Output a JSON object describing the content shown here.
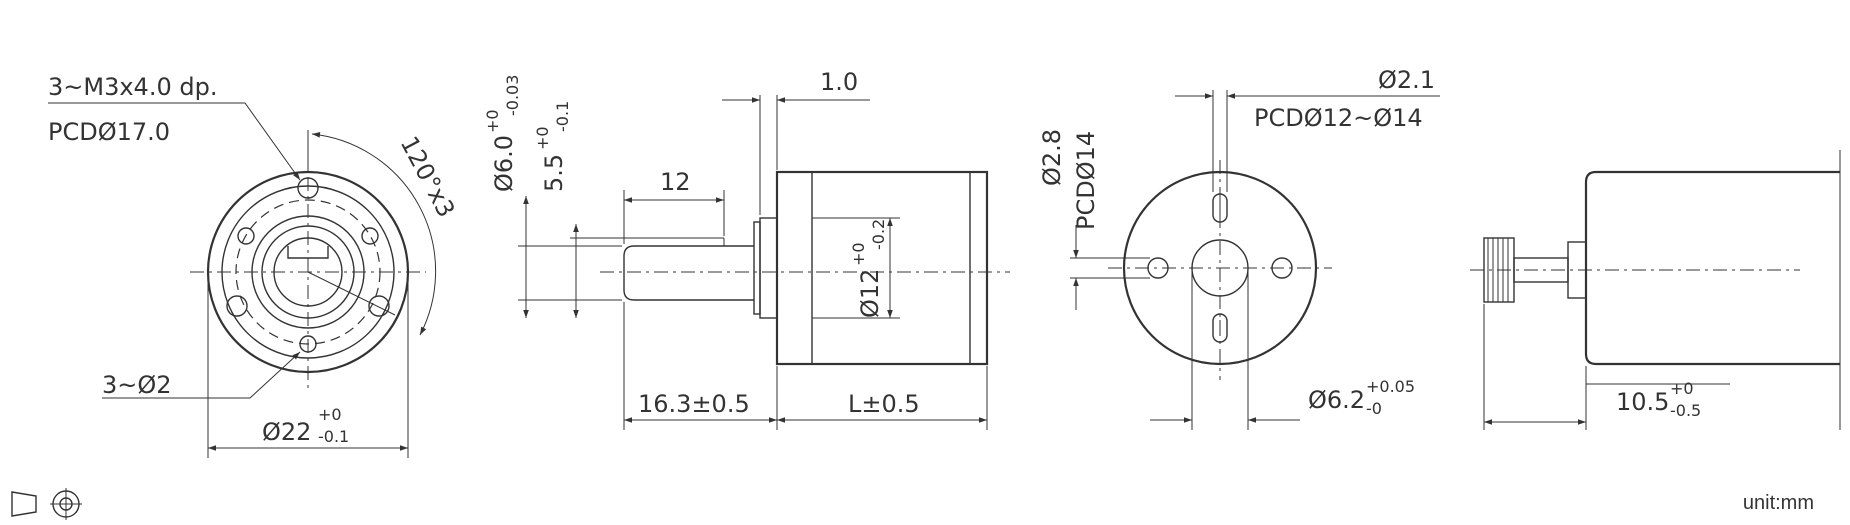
{
  "view_front": {
    "thread_note": "3~M3x4.0 dp.",
    "thread_pcd": "PCDØ17.0",
    "angle_note": "120°x3",
    "hole_note": "3~Ø2",
    "outer_dia_base": "Ø22",
    "outer_dia_upper": "+0",
    "outer_dia_lower": "-0.1"
  },
  "view_side": {
    "shaft_dia_base": "Ø6.0",
    "shaft_dia_upper": "+0",
    "shaft_dia_lower": "-0.03",
    "flat_base": "5.5",
    "flat_upper": "+0",
    "flat_lower": "-0.1",
    "flange_thickness": "1.0",
    "shaft_flat_length": "12",
    "boss_dia_base": "Ø12",
    "boss_dia_upper": "+0",
    "boss_dia_lower": "-0.2",
    "shaft_length": "16.3±0.5",
    "body_length": "L±0.5"
  },
  "view_rear": {
    "hole_dia": "Ø2.1",
    "hole_pcd": "PCDØ12~Ø14",
    "vent_dia": "Ø2.8",
    "vent_pcd": "PCDØ14",
    "boss_dia_base": "Ø6.2",
    "boss_dia_upper": "+0.05",
    "boss_dia_lower": "-0"
  },
  "view_gear": {
    "length_base": "10.5",
    "length_upper": "+0",
    "length_lower": "-0.5"
  },
  "symbols": {
    "projection_icon": "third-angle-projection-icon"
  },
  "unit_label": "unit:mm"
}
